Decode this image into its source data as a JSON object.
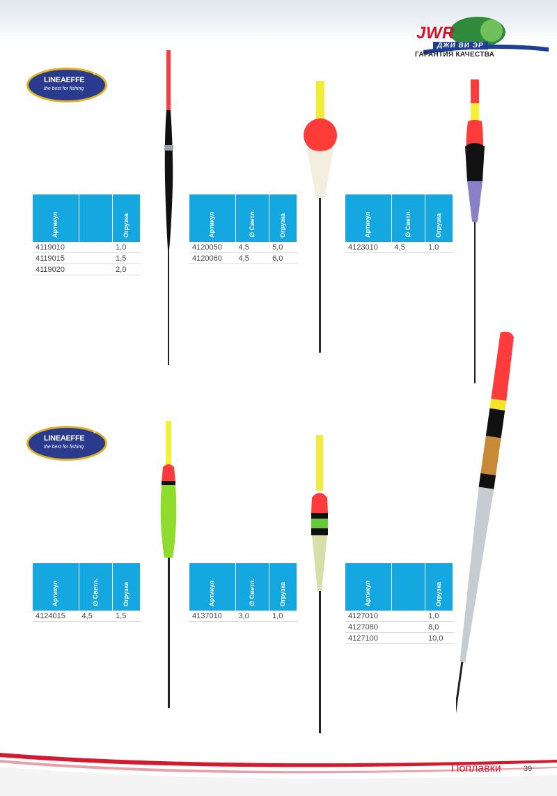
{
  "brand": {
    "jwr_text": "JWR",
    "jwr_subtitle": "ДЖИ ВИ ЭР",
    "jwr_guarantee": "ГАРАНТИЯ КАЧЕСТВА",
    "lf_name": "LINEAEFFE",
    "lf_tagline": "the best for fishing",
    "lf_reg": "®"
  },
  "colors": {
    "accent_blue": "#15a8e0",
    "title_red": "#d41a2f",
    "lf_oval": "#2a3a8c",
    "lf_gold": "#e0b21c"
  },
  "tables": [
    {
      "headers": [
        "Артикул",
        "",
        "Огрузка"
      ],
      "rows": [
        [
          "4119010",
          "",
          "1,0"
        ],
        [
          "4119015",
          "",
          "1,5"
        ],
        [
          "4119020",
          "",
          "2,0"
        ]
      ]
    },
    {
      "headers": [
        "Артикул",
        "∅ Светл.",
        "Огрузка"
      ],
      "rows": [
        [
          "4120050",
          "4,5",
          "5,0"
        ],
        [
          "4120060",
          "4,5",
          "6,0"
        ]
      ]
    },
    {
      "headers": [
        "Артикул",
        "∅ Светл.",
        "Огрузка"
      ],
      "rows": [
        [
          "4123010",
          "4,5",
          "1,0"
        ]
      ]
    },
    {
      "headers": [
        "Артикул",
        "∅ Светл.",
        "Огрузка"
      ],
      "rows": [
        [
          "4124015",
          "4,5",
          "1,5"
        ]
      ]
    },
    {
      "headers": [
        "Артикул",
        "∅ Светл.",
        "Огрузка"
      ],
      "rows": [
        [
          "4137010",
          "3,0",
          "1,0"
        ]
      ]
    },
    {
      "headers": [
        "Артикул",
        "",
        "Огрузка"
      ],
      "rows": [
        [
          "4127010",
          "",
          "1,0"
        ],
        [
          "4127080",
          "",
          "8,0"
        ],
        [
          "4127100",
          "",
          "10,0"
        ]
      ]
    }
  ],
  "footer": {
    "title": "Поплавки",
    "page_number": "39"
  }
}
